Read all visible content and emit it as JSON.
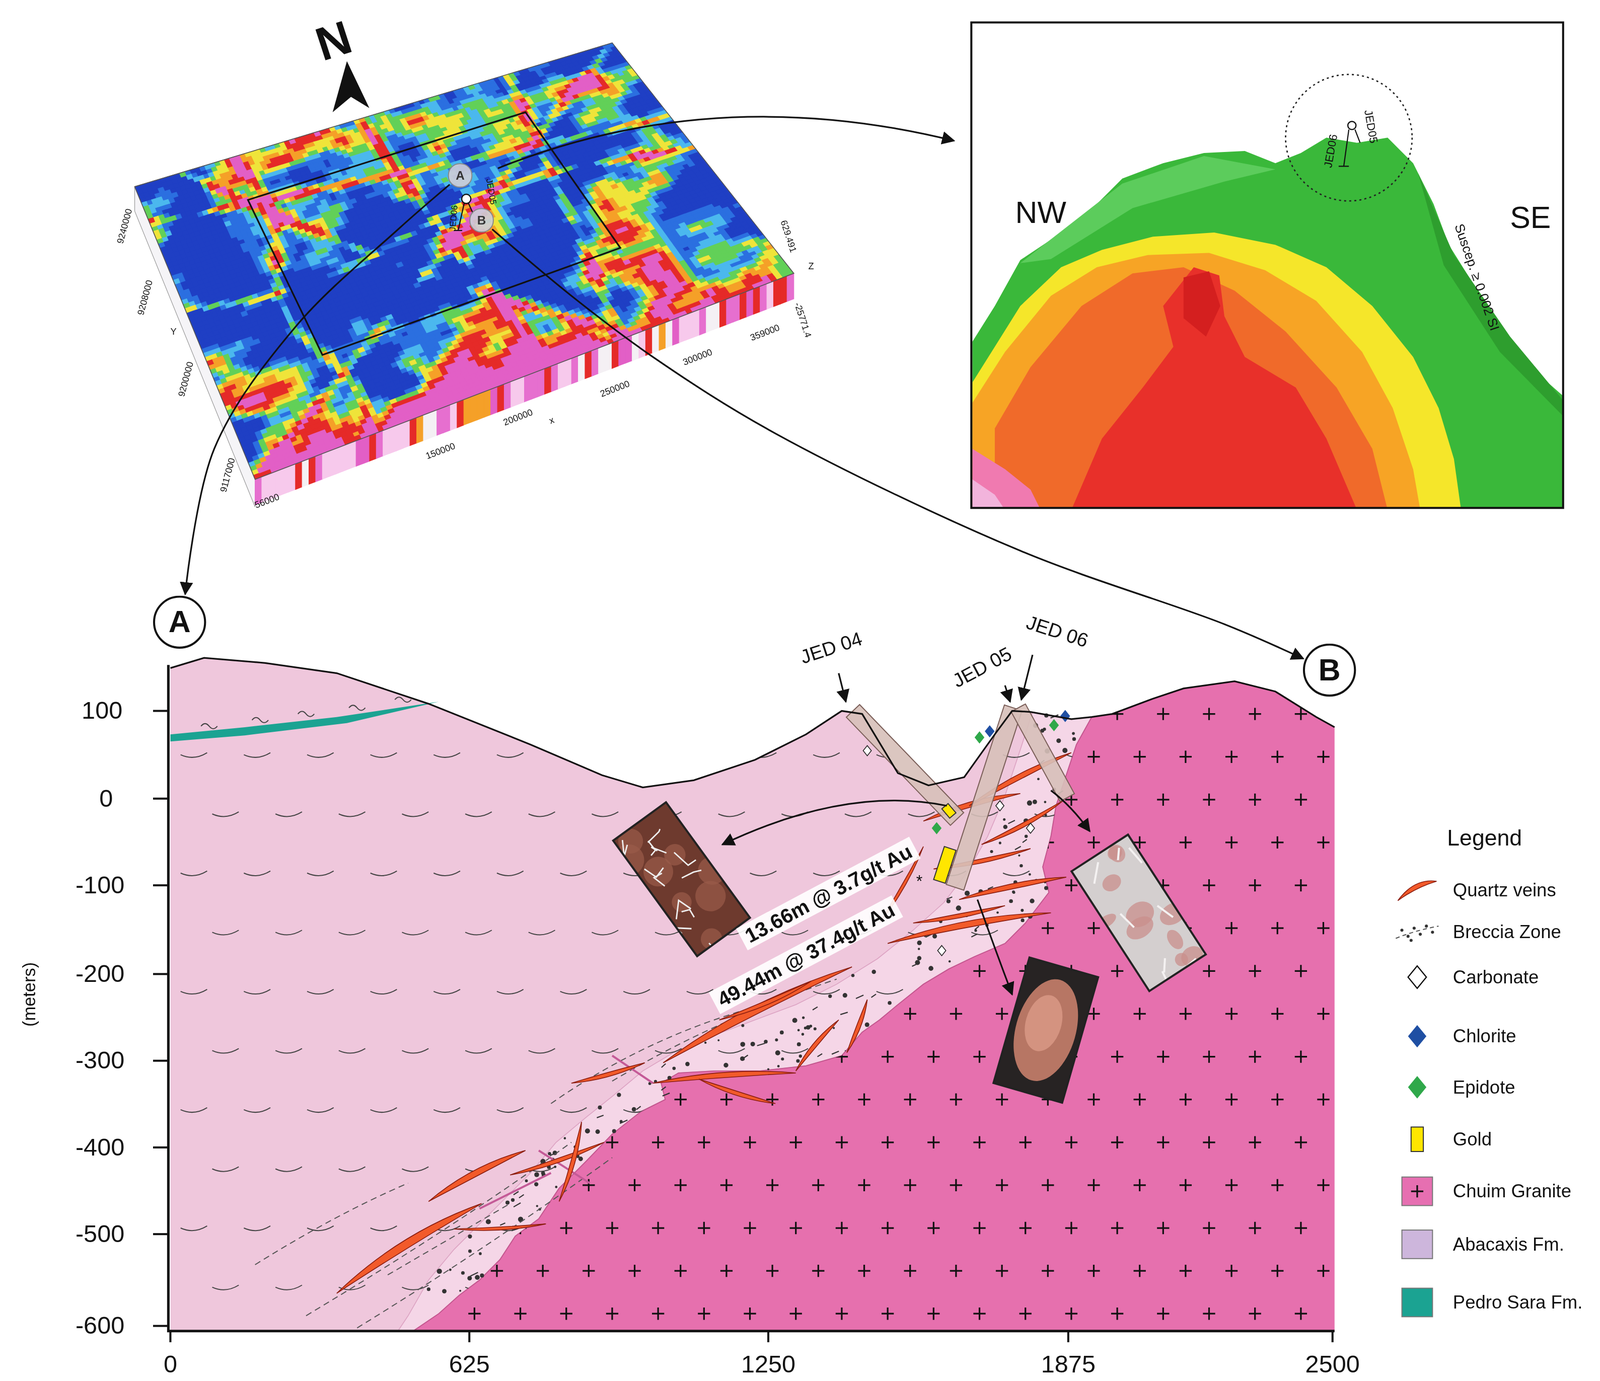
{
  "diagram": {
    "nodes": [
      {
        "text": [
          "A"
        ]
      },
      {
        "text": [
          "B"
        ]
      },
      {
        "text": [
          "A"
        ]
      },
      {
        "text": [
          "B"
        ]
      }
    ],
    "edges": [
      {
        "from": 0,
        "to": 2,
        "arrow": "to"
      },
      {
        "from": 1,
        "to": 3,
        "arrow": "to"
      }
    ],
    "labels": [
      "N",
      "JED06",
      "JED05",
      "9240000",
      "9208000",
      "Y",
      "9200000",
      "9117000",
      "56000",
      "150000",
      "200000",
      "x",
      "250000",
      "300000",
      "359000",
      "629.491",
      "Z",
      "-25771.4",
      "NW",
      "SE",
      "JED06",
      "JED05",
      "Suscep. ≥ 0.002 SI",
      "JED 04",
      "JED 05",
      "JED 06",
      "13.66m @ 3.7g/t Au",
      "49.44m @ 37.4g/t Au",
      "*",
      "100",
      "0",
      "-100",
      "-200",
      "-300",
      "-400",
      "-500",
      "-600",
      "(meters)",
      "0",
      "625",
      "1250",
      "1875",
      "2500",
      "Legend"
    ],
    "legend": [
      {
        "text": "Quartz veins"
      },
      {
        "text": "Breccia Zone"
      },
      {
        "text": "Carbonate"
      },
      {
        "text": "Chlorite",
        "color": "#1f4fa3"
      },
      {
        "text": "Epidote",
        "color": "#2fa84a"
      },
      {
        "text": "Gold",
        "color": "#ffe600"
      },
      {
        "text": "Chuim Granite",
        "color": "#e66fb1"
      },
      {
        "text": "Abacaxis Fm.",
        "color": "#cdb6dc"
      },
      {
        "text": "Pedro Sara Fm.",
        "color": "#1ba392"
      }
    ]
  }
}
